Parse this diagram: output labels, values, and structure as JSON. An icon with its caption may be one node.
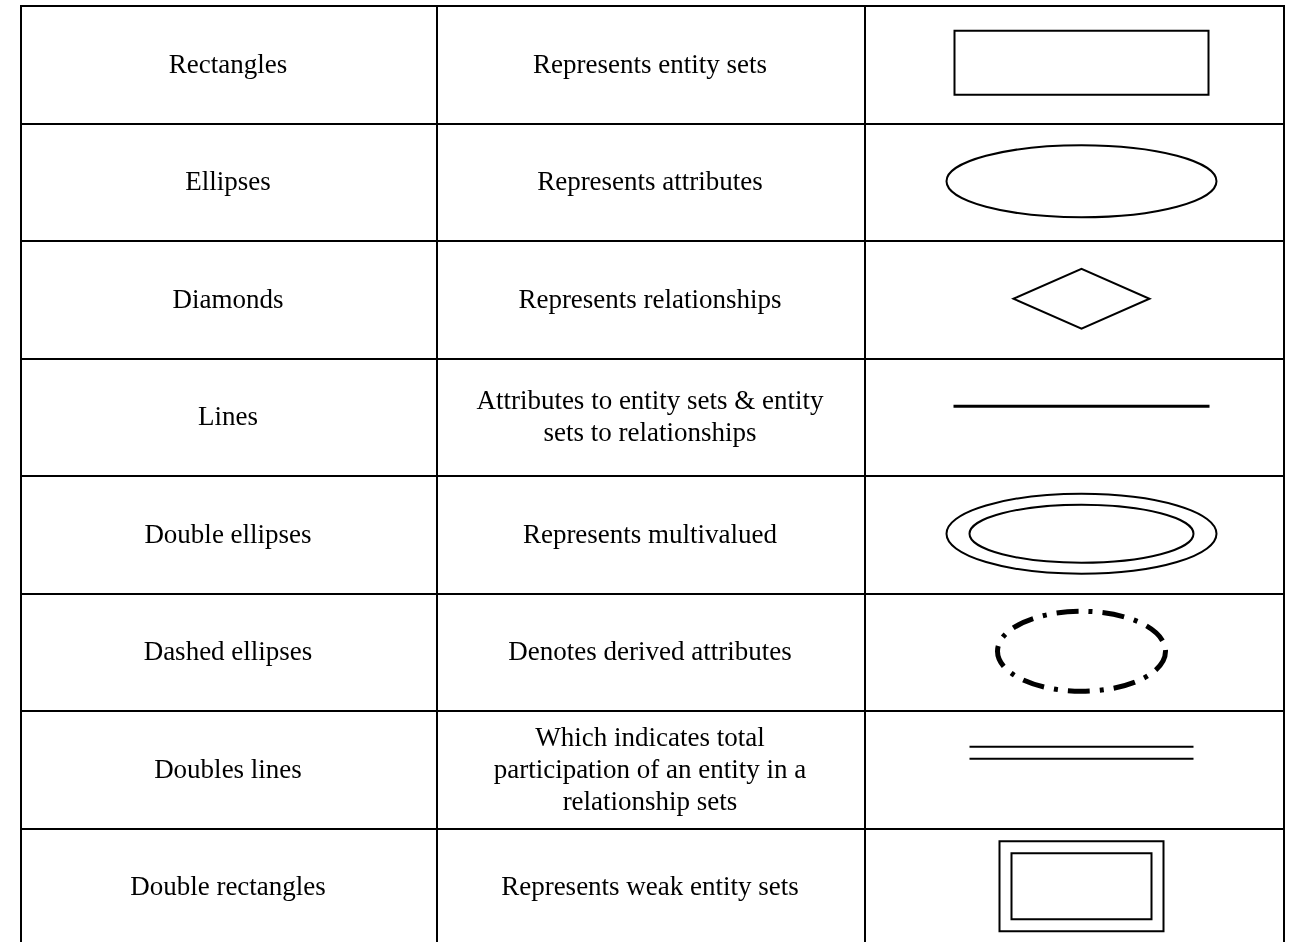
{
  "diagram": {
    "nodes": [
      {
        "text": [],
        "shape": "box"
      },
      {
        "text": [],
        "shape": "ellipse"
      },
      {
        "text": [],
        "shape": "diamond"
      },
      {
        "text": [],
        "shape": "line"
      },
      {
        "text": [],
        "shape": "double-ellipse"
      },
      {
        "text": [],
        "shape": "dashed-ellipse"
      },
      {
        "text": [],
        "shape": "double-line"
      },
      {
        "text": [],
        "shape": "double-box"
      }
    ],
    "labels": [
      "Rectangles",
      "Represents entity sets",
      "Ellipses",
      "Represents attributes",
      "Diamonds",
      "Represents relationships",
      "Lines",
      "Attributes to entity sets & entity sets to relationships",
      "Double ellipses",
      "Represents multivalued",
      "Dashed ellipses",
      "Denotes derived attributes",
      "Doubles lines",
      "Which indicates total participation of an entity in a relationship sets",
      "Double rectangles",
      "Represents weak entity sets"
    ]
  }
}
